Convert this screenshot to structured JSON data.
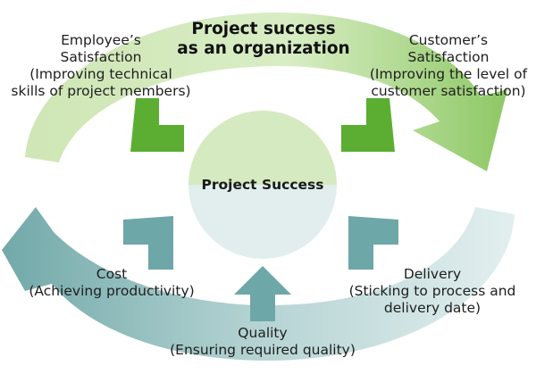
{
  "title": {
    "line1": "Project success",
    "line2": "as an organization"
  },
  "center": {
    "label": "Project Success"
  },
  "employee": {
    "line1": "Employee’s",
    "line2": "Satisfaction",
    "line3": "(Improving technical",
    "line4": "skills of project members)"
  },
  "customer": {
    "line1": "Customer’s",
    "line2": "Satisfaction",
    "line3": "(Improving the level of",
    "line4": "customer satisfaction)"
  },
  "cost": {
    "line1": "Cost",
    "line2": "(Achieving productivity)"
  },
  "quality": {
    "line1": "Quality",
    "line2": "(Ensuring required quality)"
  },
  "delivery": {
    "line1": "Delivery",
    "line2": "(Sticking to process and",
    "line3": "delivery date)"
  },
  "colors": {
    "green_light": "#d4e9bd",
    "green_mid": "#9fd178",
    "green_arrow": "#5cae32",
    "teal_light": "#dcecec",
    "teal_mid": "#7fb2b2",
    "teal_arrow": "#6ea7a8",
    "circle_top": "#d5eac0",
    "circle_bottom": "#e2eeee"
  }
}
